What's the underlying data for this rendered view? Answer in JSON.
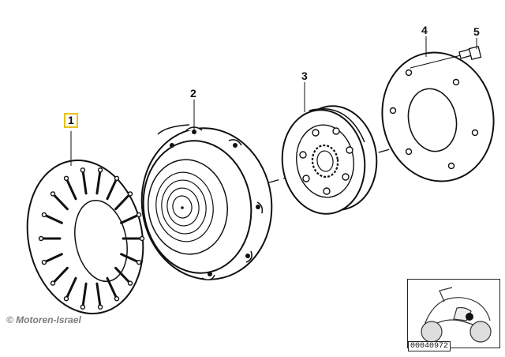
{
  "callouts": {
    "part_1": "1",
    "part_2": "2",
    "part_3": "3",
    "part_4": "4",
    "part_5": "5"
  },
  "selected_part": "1",
  "highlight_color": "#e8c21a",
  "watermark": "© Motoren-Israel",
  "thumbnail": {
    "icon": "motorcycle-icon",
    "part_number": "00040972"
  }
}
